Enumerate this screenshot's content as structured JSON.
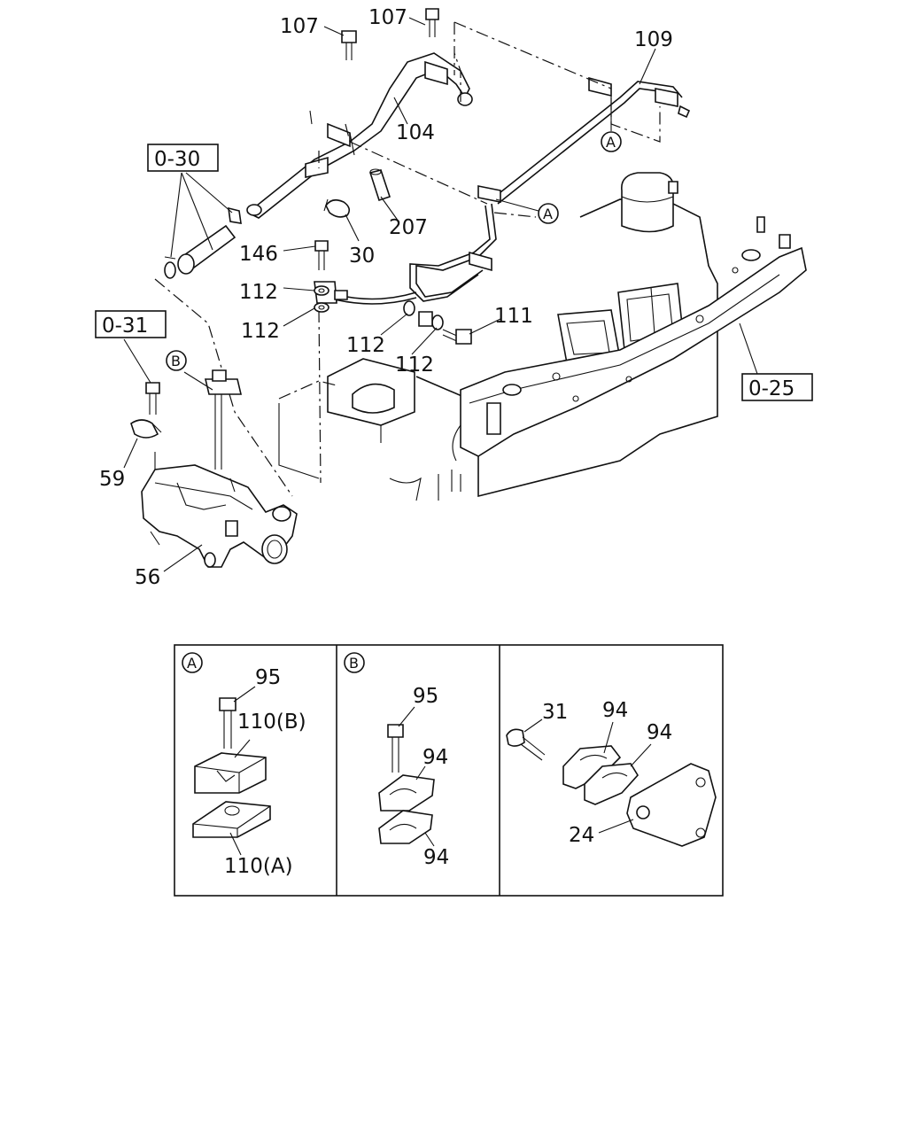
{
  "callouts": {
    "c107a": "107",
    "c107b": "107",
    "c109": "109",
    "c104": "104",
    "c207": "207",
    "c30": "30",
    "c146": "146",
    "c112a": "112",
    "c112b": "112",
    "c112c": "112",
    "c112d": "112",
    "c111": "111",
    "c59": "59",
    "c56": "56"
  },
  "refs": {
    "r030": "0-30",
    "r031": "0-31",
    "r025": "0-25"
  },
  "markers": {
    "a1": "A",
    "a2": "A",
    "b1": "B"
  },
  "detail_a": {
    "marker": "A",
    "c95": "95",
    "c110b": "110(B)",
    "c110a": "110(A)"
  },
  "detail_b": {
    "marker": "B",
    "c95": "95",
    "c94a": "94",
    "c94b": "94"
  },
  "detail_c": {
    "c31": "31",
    "c94a": "94",
    "c94b": "94",
    "c24": "24"
  }
}
